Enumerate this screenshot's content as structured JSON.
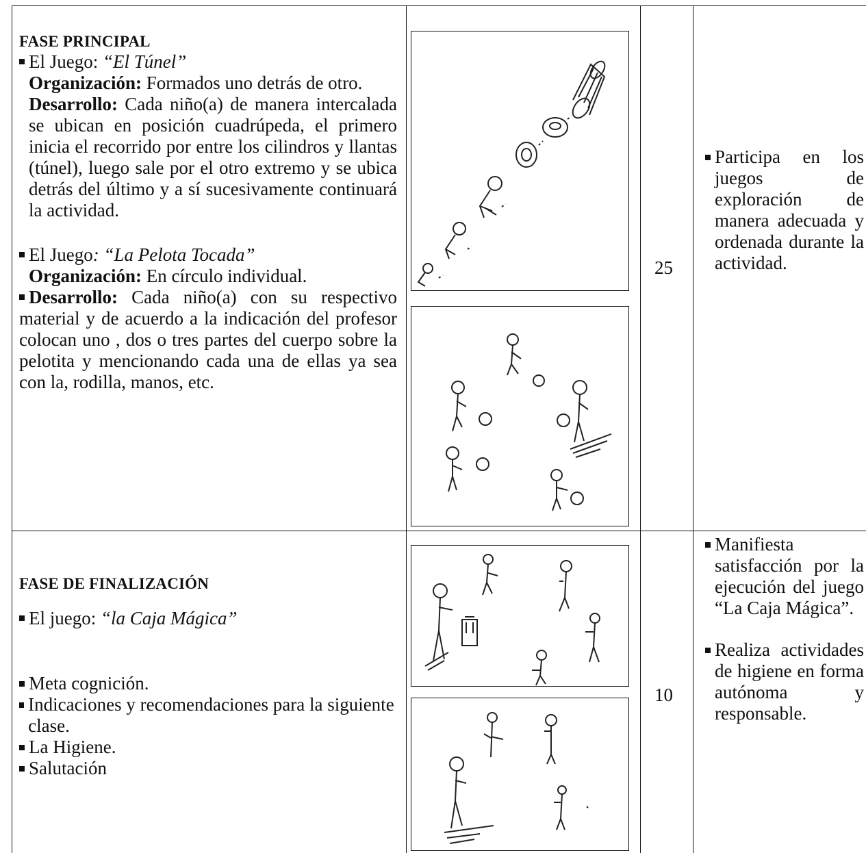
{
  "principal": {
    "title": "FASE PRINCIPAL",
    "game1": {
      "prefix": "El Juego: ",
      "name": "“El Túnel”",
      "org_label": "Organización:",
      "org_text": " Formados uno detrás de otro.",
      "dev_label": "Desarrollo:",
      "dev_text": " Cada niño(a) de manera intercalada se ubican en posición cuadrúpeda, el primero inicia el recorrido por entre los cilindros y llantas (túnel), luego sale por el otro extremo y se ubica detrás del último y a sí sucesivamente continuará la actividad."
    },
    "game2": {
      "prefix": "El Juego",
      "prefix_colon": ": ",
      "name": "“La Pelota Tocada”",
      "org_label": "Organización:",
      "org_text": " En círculo individual.",
      "dev_label": "Desarrollo:",
      "dev_text": " Cada niño(a) con su respectivo material y de acuerdo a la indicación del profesor colocan uno , dos o tres partes del cuerpo sobre la pelotita y mencionando cada una de ellas ya sea con la, rodilla, manos, etc."
    },
    "time": "25",
    "criteria": [
      "Participa en los juegos de exploración de manera adecuada y ordenada durante la actividad."
    ]
  },
  "final": {
    "title": "FASE DE FINALIZACIÓN",
    "game_prefix": "El juego: ",
    "game_name": "“la Caja Mágica”",
    "items": [
      "Meta cognición.",
      "Indicaciones y recomendaciones para la siguiente clase.",
      "La Higiene.",
      "Salutación"
    ],
    "time": "10",
    "criteria": [
      "Manifiesta satisfacción por la ejecución del juego “La Caja Mágica”.",
      "Realiza actividades de higiene en forma autónoma y responsable."
    ]
  },
  "pictures": {
    "tunnel": "tunnel-drawing",
    "ball": "ball-drawing",
    "box": "magic-box-drawing",
    "hygiene": "hygiene-drawing"
  }
}
